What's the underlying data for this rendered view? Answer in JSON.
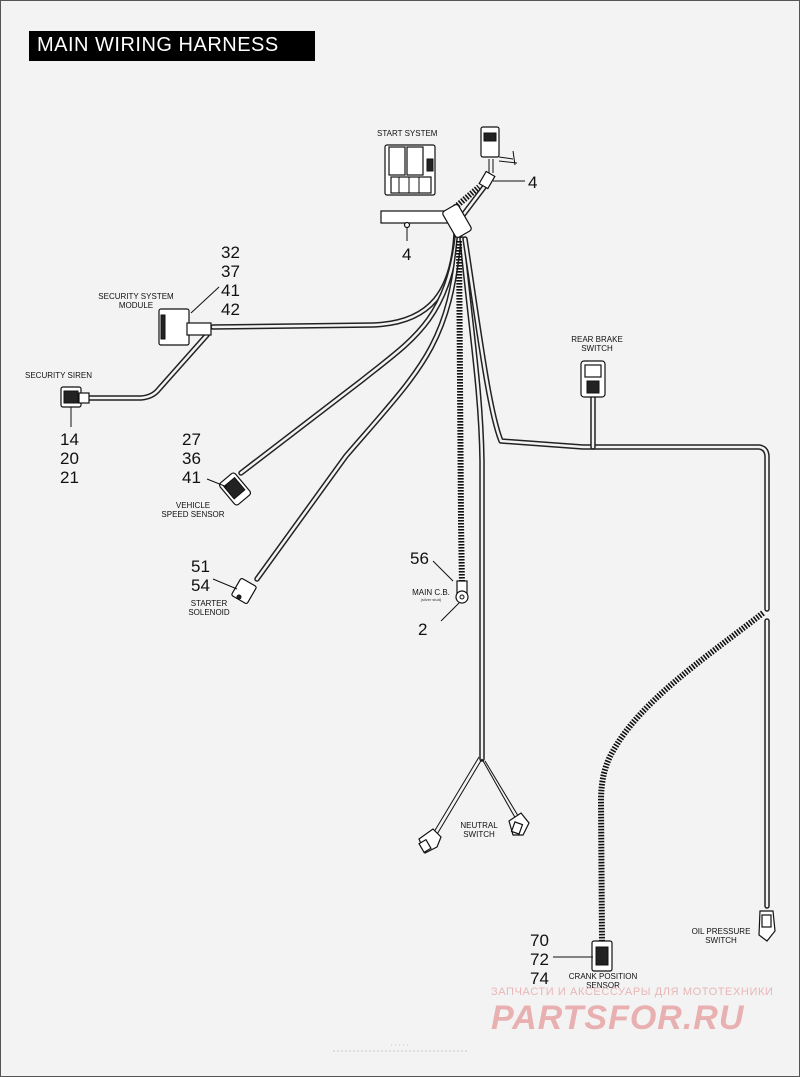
{
  "title": "MAIN WIRING HARNESS",
  "labels": {
    "start_system": "START SYSTEM",
    "security_system_module": [
      "SECURITY SYSTEM",
      "MODULE"
    ],
    "security_siren": "SECURITY SIREN",
    "rear_brake_switch": [
      "REAR BRAKE",
      "SWITCH"
    ],
    "vehicle_speed_sensor": [
      "VEHICLE",
      "SPEED SENSOR"
    ],
    "starter_solenoid": [
      "STARTER",
      "SOLENOID"
    ],
    "main_cb": "MAIN C.B.",
    "main_cb_note": "(silver stud)",
    "neutral_switch": [
      "NEUTRAL",
      "SWITCH"
    ],
    "oil_pressure_switch": [
      "OIL PRESSURE",
      "SWITCH"
    ],
    "crank_position_sensor": [
      "CRANK POSITION",
      "SENSOR"
    ]
  },
  "callouts": {
    "start_connector": [
      "4"
    ],
    "start_bracket": [
      "4"
    ],
    "security_module": [
      "32",
      "37",
      "41",
      "42"
    ],
    "security_siren": [
      "14",
      "20",
      "21"
    ],
    "speed_sensor": [
      "27",
      "36",
      "41"
    ],
    "starter_solenoid": [
      "51",
      "54"
    ],
    "main_cb_top": [
      "56"
    ],
    "main_cb_bottom": [
      "2"
    ],
    "crank_sensor": [
      "70",
      "72",
      "74"
    ]
  },
  "watermark": {
    "line1": "ЗАПЧАСТИ И АКСЕССУАРЫ ДЛЯ МОТОТЕХНИКИ",
    "line2": "PARTSFOR.RU"
  }
}
